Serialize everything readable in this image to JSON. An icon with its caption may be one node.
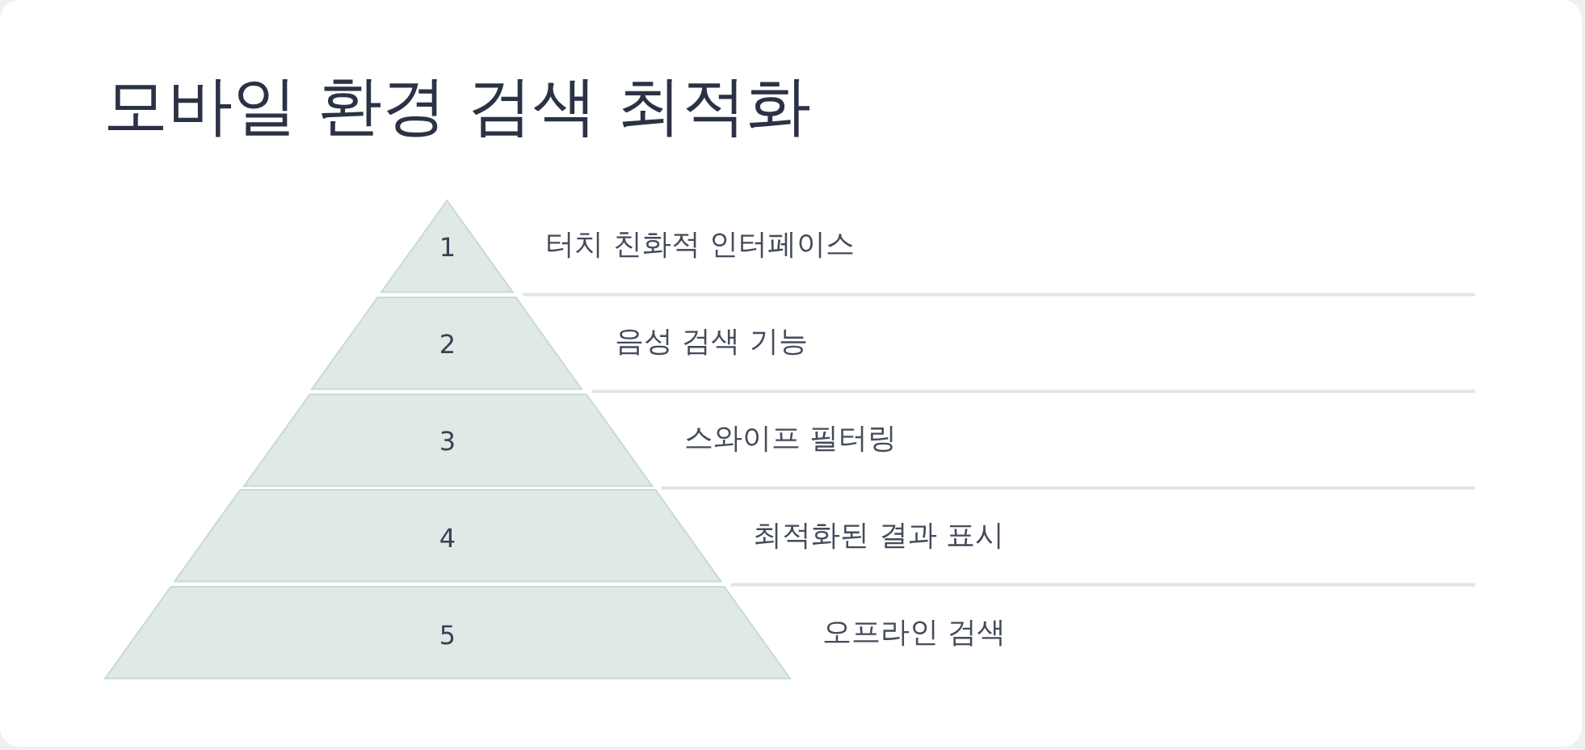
{
  "diagram": {
    "title": "모바일 환경 검색 최적화",
    "nodes": [
      {
        "text": [
          "1"
        ],
        "beside": [
          "터치 친화적 인터페이스"
        ]
      },
      {
        "text": [
          "2"
        ],
        "beside": [
          "음성 검색 기능"
        ]
      },
      {
        "text": [
          "3"
        ],
        "beside": [
          "스와이프 필터링"
        ]
      },
      {
        "text": [
          "4"
        ],
        "beside": [
          "최적화된 결과 표시"
        ]
      },
      {
        "text": [
          "5"
        ],
        "beside": [
          "오프라인 검색"
        ]
      }
    ]
  }
}
